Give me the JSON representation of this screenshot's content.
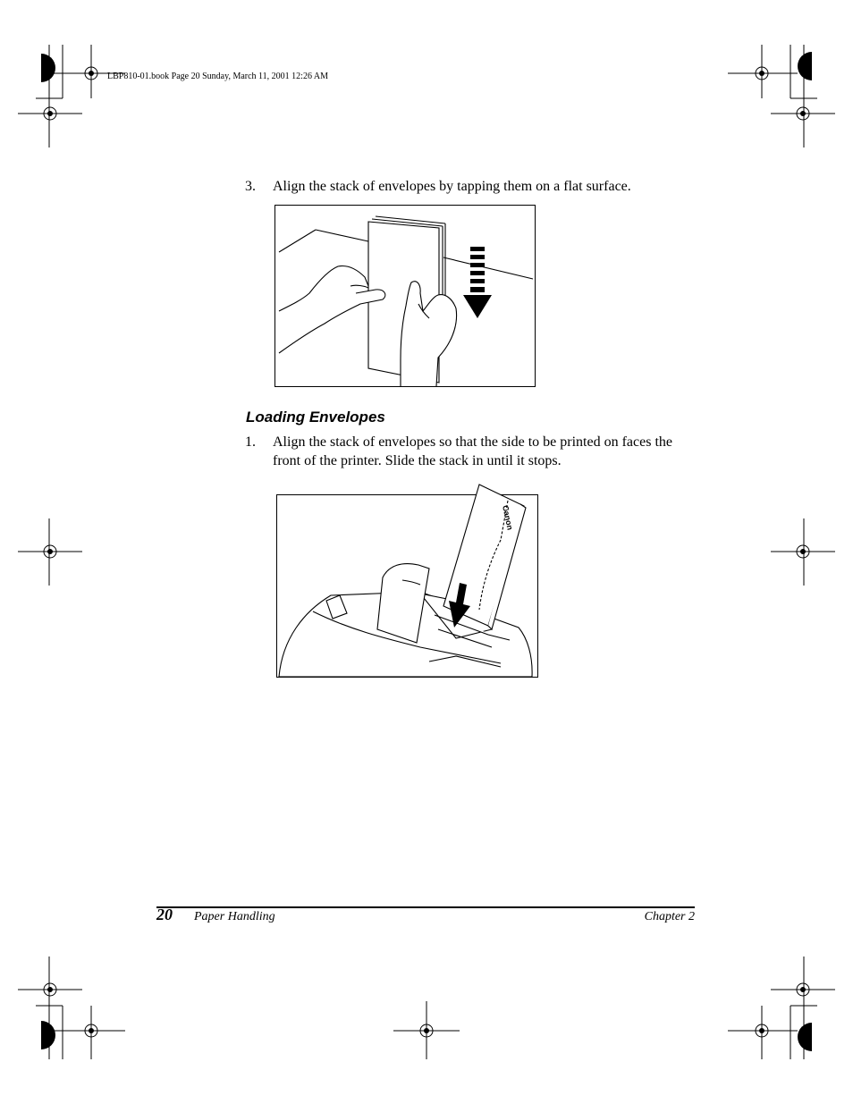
{
  "slug_line": "LBP810-01.book  Page 20  Sunday, March 11, 2001  12:26 AM",
  "steps_a": [
    {
      "number": "3.",
      "text": "Align the stack of envelopes by tapping them on a flat surface."
    }
  ],
  "section_heading": "Loading Envelopes",
  "steps_b": [
    {
      "number": "1.",
      "text": "Align the stack of envelopes so that the side to be printed on faces the front of the printer. Slide the stack in until it stops."
    }
  ],
  "figure2": {
    "envelope_brand": "Canon"
  },
  "footer": {
    "page_number": "20",
    "section_title": "Paper Handling",
    "chapter": "Chapter 2"
  }
}
